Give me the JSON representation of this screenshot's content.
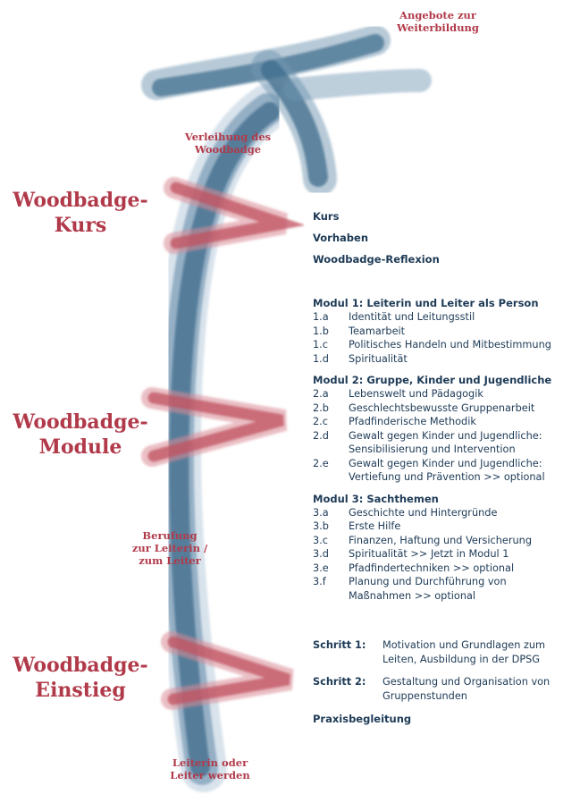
{
  "top_label": {
    "line1": "Angebote zur",
    "line2": "Weiterbildung"
  },
  "verleihung": {
    "line1": "Verleihung des",
    "line2": "Woodbadge"
  },
  "berufung": {
    "line1": "Berufung",
    "line2": "zur Leiterin /",
    "line3": "zum Leiter"
  },
  "bottom_label": {
    "line1": "Leiterin oder",
    "line2": "Leiter werden"
  },
  "stages": {
    "kurs": {
      "line1": "Woodbadge-",
      "line2": "Kurs"
    },
    "module": {
      "line1": "Woodbadge-",
      "line2": "Module"
    },
    "einstieg": {
      "line1": "Woodbadge-",
      "line2": "Einstieg"
    }
  },
  "kurs_items": [
    "Kurs",
    "Vorhaben",
    "Woodbadge-Reflexion"
  ],
  "modules": [
    {
      "title": "Modul 1: Leiterin und Leiter als Person",
      "items": [
        {
          "num": "1.a",
          "text": "Identität und Leitungsstil"
        },
        {
          "num": "1.b",
          "text": "Teamarbeit"
        },
        {
          "num": "1.c",
          "text": "Politisches Handeln und Mitbestimmung"
        },
        {
          "num": "1.d",
          "text": "Spiritualität"
        }
      ]
    },
    {
      "title": "Modul 2: Gruppe, Kinder und Jugendliche",
      "items": [
        {
          "num": "2.a",
          "text": "Lebenswelt und Pädagogik"
        },
        {
          "num": "2.b",
          "text": "Geschlechtsbewusste Gruppenarbeit"
        },
        {
          "num": "2.c",
          "text": "Pfadfinderische Methodik"
        },
        {
          "num": "2.d",
          "text": "Gewalt gegen Kinder und Jugendliche:",
          "text2": "Sensibilisierung und Intervention"
        },
        {
          "num": "2.e",
          "text": "Gewalt gegen Kinder und Jugendliche:",
          "text2": "Vertiefung und Prävention >> optional"
        }
      ]
    },
    {
      "title": "Modul 3: Sachthemen",
      "items": [
        {
          "num": "3.a",
          "text": "Geschichte und Hintergründe"
        },
        {
          "num": "3.b",
          "text": "Erste Hilfe"
        },
        {
          "num": "3.c",
          "text": "Finanzen, Haftung und Versicherung"
        },
        {
          "num": "3.d",
          "text": "Spiritualität >> Jetzt in Modul 1"
        },
        {
          "num": "3.e",
          "text": "Pfadfindertechniken >> optional"
        },
        {
          "num": "3.f",
          "text": "Planung und Durchführung von",
          "text2": "Maßnahmen >> optional"
        }
      ]
    }
  ],
  "steps": [
    {
      "label": "Schritt 1:",
      "line1": "Motivation und Grundlagen zum",
      "line2": "Leiten, Ausbildung in der DPSG"
    },
    {
      "label": "Schritt 2:",
      "line1": "Gestaltung und Organisation von",
      "line2": "Gruppenstunden"
    }
  ],
  "praxis": "Praxisbegleitung",
  "colors": {
    "navy": "#1d3a56",
    "blue_stroke": "#3f6c8c",
    "red": "#b13a4a",
    "red_stroke": "#c05060"
  }
}
